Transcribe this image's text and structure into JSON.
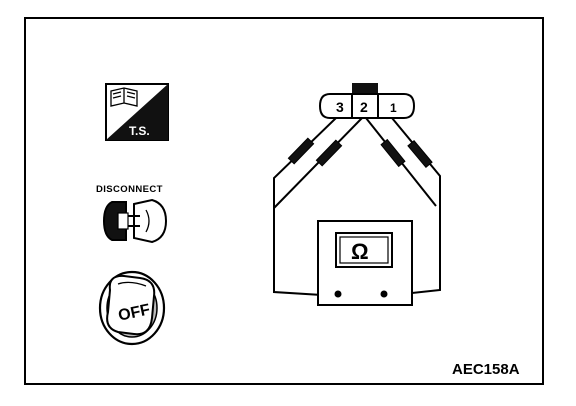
{
  "figure_code": "AEC158A",
  "icons": {
    "ts": {
      "label": "T.S.",
      "icon": "ts-icon"
    },
    "disconnect": {
      "label": "DISCONNECT",
      "icon": "connector-disconnect-icon"
    },
    "ignition": {
      "label": "OFF",
      "icon": "ignition-key-icon"
    }
  },
  "connector": {
    "terminals": [
      "3",
      "2",
      "1"
    ]
  },
  "meter": {
    "symbol": "Ω",
    "icon": "ohmmeter-icon"
  },
  "colors": {
    "ink": "#000000",
    "paper": "#ffffff"
  }
}
